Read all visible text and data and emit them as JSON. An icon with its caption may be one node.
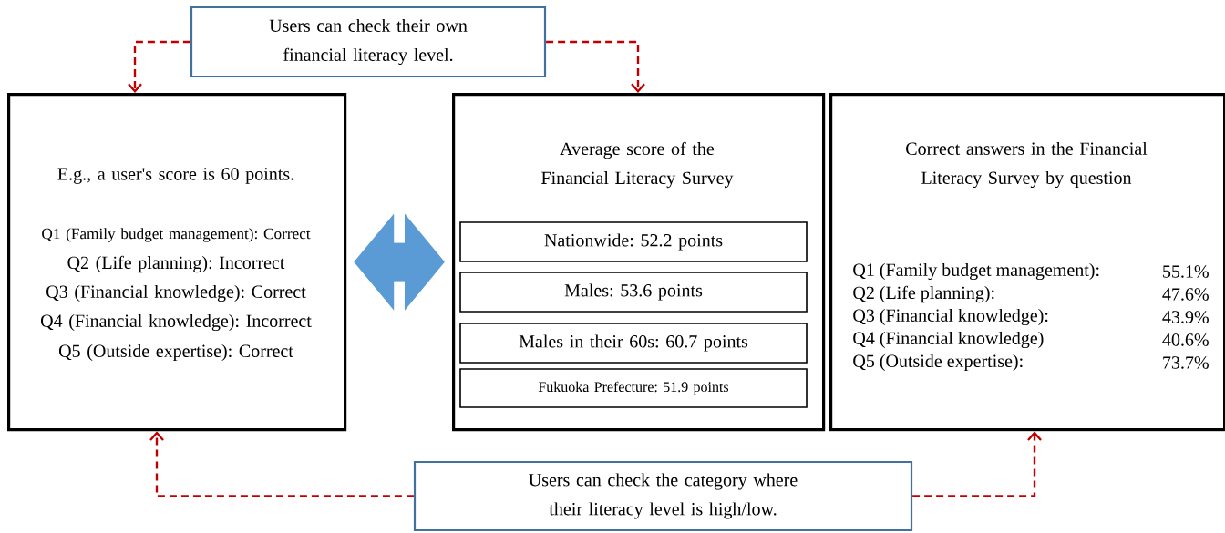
{
  "diagram": {
    "nodes": [
      {
        "text": [
          "Users can check their own financial literacy level."
        ]
      },
      {
        "text": [
          "E.g., a user's score is 60 points.",
          "Q1 (Family budget management): Correct",
          "Q2 (Life planning): Incorrect",
          "Q3 (Financial knowledge): Correct",
          "Q4 (Financial knowledge): Incorrect",
          "Q5 (Outside expertise): Correct"
        ]
      },
      {
        "text": [
          "Average score of the Financial Literacy Survey"
        ]
      },
      {
        "text": [
          "Nationwide: 52.2 points"
        ],
        "in": 2
      },
      {
        "text": [
          "Males: 53.6 points"
        ],
        "in": 2
      },
      {
        "text": [
          "Males in their 60s: 60.7 points"
        ],
        "in": 2
      },
      {
        "text": [
          "Fukuoka Prefecture: 51.9 points"
        ],
        "in": 2
      },
      {
        "text": [
          "Correct answers in the Financial Literacy Survey by question",
          "Q1 (Family budget management):",
          "55.1%",
          "Q2 (Life planning):",
          "47.6%",
          "Q3 (Financial knowledge):",
          "43.9%",
          "Q4 (Financial knowledge)",
          "40.6%",
          "Q5 (Outside expertise):",
          "73.7%"
        ]
      },
      {
        "text": [
          "Users can check the category where their literacy level is high/low."
        ]
      }
    ],
    "edges": [
      {
        "from": 0,
        "to": 1,
        "arrow": "to",
        "style": "dashed",
        "color": "#c00000"
      },
      {
        "from": 0,
        "to": 2,
        "arrow": "to",
        "style": "dashed",
        "color": "#c00000"
      },
      {
        "from": 8,
        "to": 1,
        "arrow": "to",
        "style": "dashed",
        "color": "#c00000"
      },
      {
        "from": 8,
        "to": 7,
        "arrow": "to",
        "style": "dashed",
        "color": "#c00000"
      },
      {
        "from": 1,
        "to": 2,
        "arrow": "both",
        "style": "thick",
        "color": "#5b9bd5"
      }
    ]
  }
}
